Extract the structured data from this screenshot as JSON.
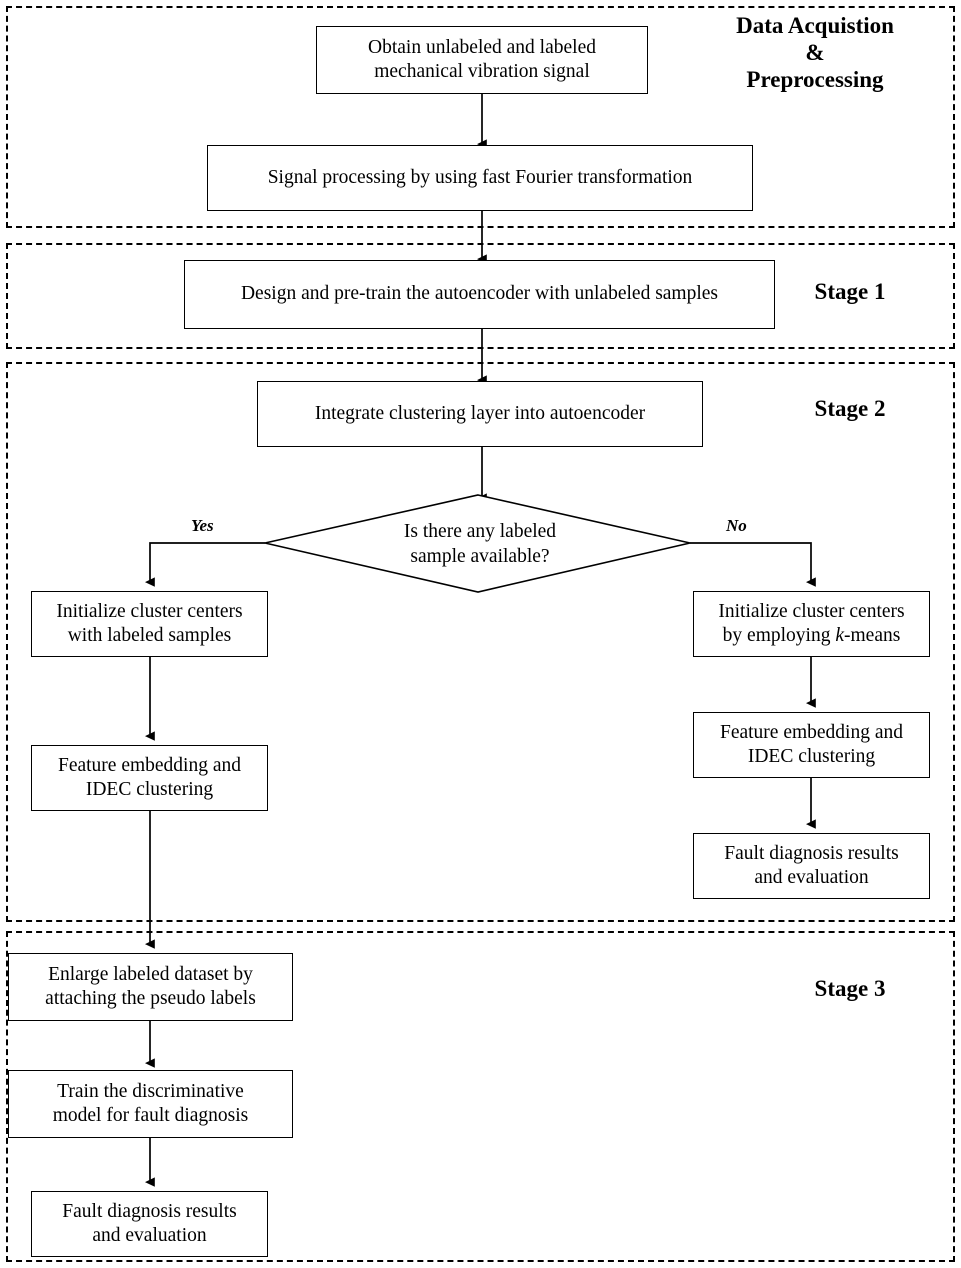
{
  "diagram": {
    "type": "flowchart",
    "title_font_style": "bold-serif",
    "line_color": "#000000",
    "background_color": "#ffffff",
    "sections": [
      {
        "id": "data-acquisition",
        "label": "Data Acquistion\n&\nPreprocessing"
      },
      {
        "id": "stage-1",
        "label": "Stage 1"
      },
      {
        "id": "stage-2",
        "label": "Stage 2"
      },
      {
        "id": "stage-3",
        "label": "Stage 3"
      }
    ],
    "nodes": [
      {
        "id": "obtain-signal",
        "shape": "process",
        "text": "Obtain unlabeled and labeled\nmechanical vibration signal"
      },
      {
        "id": "fft",
        "shape": "process",
        "text": "Signal processing by using fast Fourier transformation"
      },
      {
        "id": "pretrain-autoencoder",
        "shape": "process",
        "text": "Design and pre-train the autoencoder with unlabeled samples"
      },
      {
        "id": "integrate-clustering-layer",
        "shape": "process",
        "text": "Integrate clustering layer into autoencoder"
      },
      {
        "id": "labeled-sample-decision",
        "shape": "decision",
        "text": "Is there any labeled\nsample available?"
      },
      {
        "id": "init-centers-labeled",
        "shape": "process",
        "text": "Initialize cluster centers\nwith labeled samples"
      },
      {
        "id": "init-centers-kmeans",
        "shape": "process",
        "text": "Initialize cluster centers\nby employing k-means",
        "italic_token": "k"
      },
      {
        "id": "feature-embedding-left",
        "shape": "process",
        "text": "Feature embedding and\nIDEC clustering"
      },
      {
        "id": "feature-embedding-right",
        "shape": "process",
        "text": "Feature embedding and\nIDEC clustering"
      },
      {
        "id": "fault-results-right",
        "shape": "process",
        "text": "Fault diagnosis results\nand evaluation"
      },
      {
        "id": "enlarge-dataset",
        "shape": "process",
        "text": "Enlarge labeled dataset by\nattaching the pseudo labels"
      },
      {
        "id": "train-discriminative",
        "shape": "process",
        "text": "Train the discriminative\nmodel for fault diagnosis"
      },
      {
        "id": "fault-results-bottom",
        "shape": "process",
        "text": "Fault diagnosis results\nand evaluation"
      }
    ],
    "branch_labels": {
      "yes": "Yes",
      "no": "No"
    },
    "edges": [
      {
        "from": "obtain-signal",
        "to": "fft"
      },
      {
        "from": "fft",
        "to": "pretrain-autoencoder"
      },
      {
        "from": "pretrain-autoencoder",
        "to": "integrate-clustering-layer"
      },
      {
        "from": "integrate-clustering-layer",
        "to": "labeled-sample-decision"
      },
      {
        "from": "labeled-sample-decision",
        "to": "init-centers-labeled",
        "label": "Yes"
      },
      {
        "from": "labeled-sample-decision",
        "to": "init-centers-kmeans",
        "label": "No"
      },
      {
        "from": "init-centers-labeled",
        "to": "feature-embedding-left"
      },
      {
        "from": "init-centers-kmeans",
        "to": "feature-embedding-right"
      },
      {
        "from": "feature-embedding-right",
        "to": "fault-results-right"
      },
      {
        "from": "feature-embedding-left",
        "to": "enlarge-dataset"
      },
      {
        "from": "enlarge-dataset",
        "to": "train-discriminative"
      },
      {
        "from": "train-discriminative",
        "to": "fault-results-bottom"
      }
    ]
  }
}
